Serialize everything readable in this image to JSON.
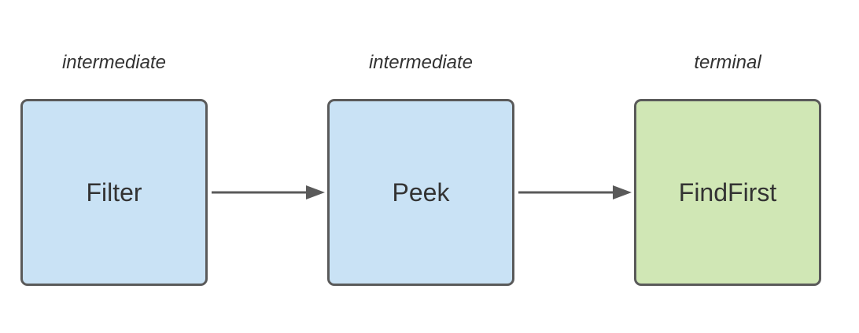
{
  "colors": {
    "intermediate_fill": "#c9e2f5",
    "terminal_fill": "#d0e7b5",
    "border": "#5a5a5a",
    "arrow": "#5a5a5a",
    "text": "#333333"
  },
  "stages": [
    {
      "kind": "intermediate",
      "name": "Filter"
    },
    {
      "kind": "intermediate",
      "name": "Peek"
    },
    {
      "kind": "terminal",
      "name": "FindFirst"
    }
  ],
  "connectors": [
    {
      "from": "Filter",
      "to": "Peek",
      "icon": "arrow-right-icon"
    },
    {
      "from": "Peek",
      "to": "FindFirst",
      "icon": "arrow-right-icon"
    }
  ]
}
